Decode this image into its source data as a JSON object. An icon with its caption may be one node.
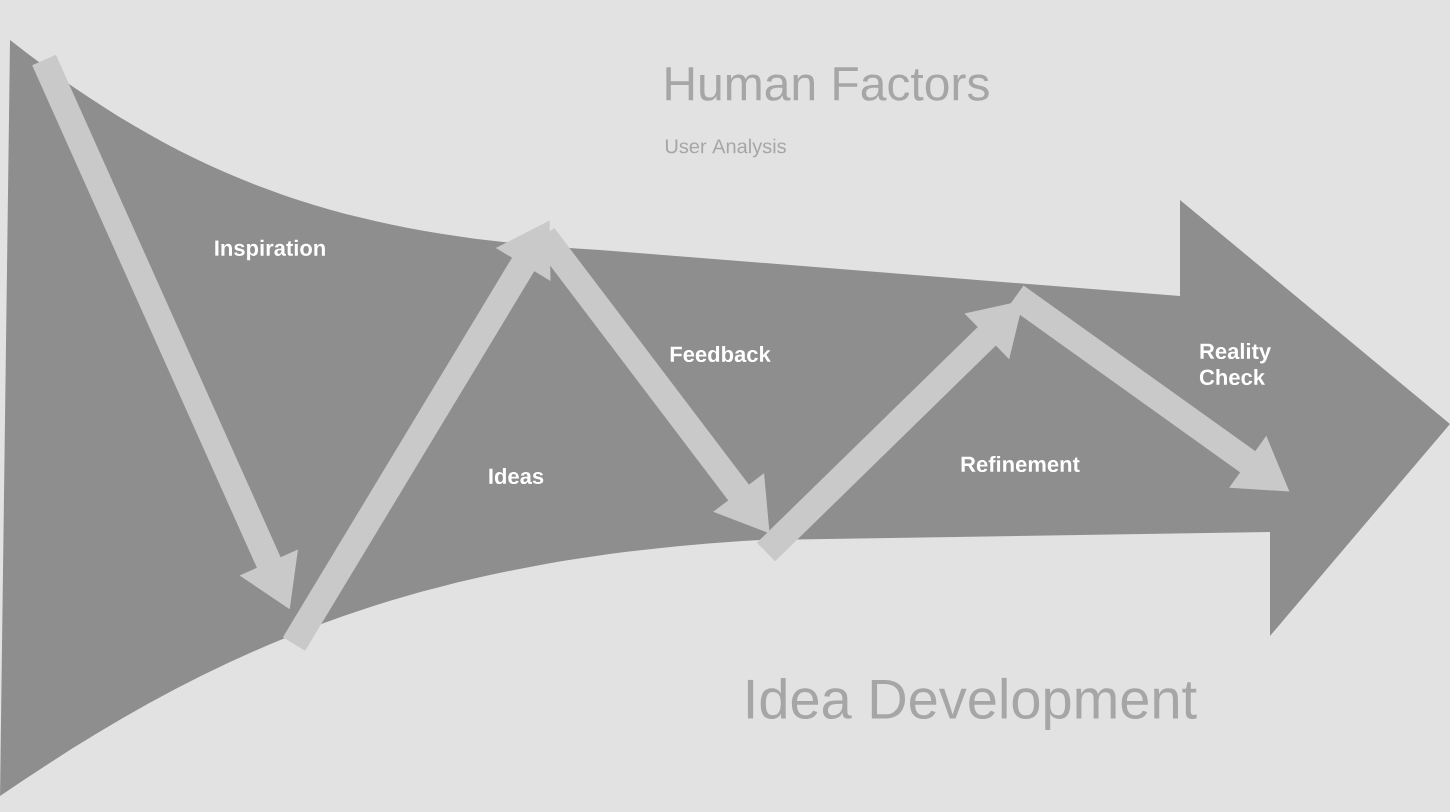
{
  "diagram": {
    "labels": [
      "Human Factors",
      "User Analysis",
      "Inspiration",
      "Feedback",
      "Reality Check",
      "Ideas",
      "Refinement",
      "Idea Development"
    ]
  }
}
